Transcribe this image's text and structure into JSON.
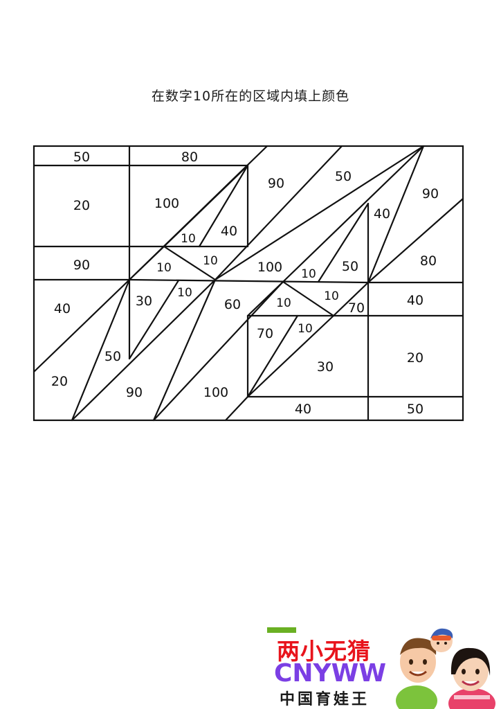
{
  "title": "在数字10所在的区域内填上颜色",
  "puzzle": {
    "regions": [
      {
        "id": "r1",
        "label": "50"
      },
      {
        "id": "r2",
        "label": "80"
      },
      {
        "id": "r3",
        "label": "20"
      },
      {
        "id": "r4",
        "label": "100"
      },
      {
        "id": "r5",
        "label": "10"
      },
      {
        "id": "r6",
        "label": "40"
      },
      {
        "id": "r7",
        "label": "90"
      },
      {
        "id": "r8",
        "label": "50"
      },
      {
        "id": "r9",
        "label": "90"
      },
      {
        "id": "r10",
        "label": "40"
      },
      {
        "id": "r11",
        "label": "90"
      },
      {
        "id": "r12",
        "label": "10"
      },
      {
        "id": "r13",
        "label": "10"
      },
      {
        "id": "r14",
        "label": "100"
      },
      {
        "id": "r15",
        "label": "10"
      },
      {
        "id": "r16",
        "label": "50"
      },
      {
        "id": "r17",
        "label": "80"
      },
      {
        "id": "r18",
        "label": "40"
      },
      {
        "id": "r19",
        "label": "30"
      },
      {
        "id": "r20",
        "label": "10"
      },
      {
        "id": "r21",
        "label": "60"
      },
      {
        "id": "r22",
        "label": "10"
      },
      {
        "id": "r23",
        "label": "10"
      },
      {
        "id": "r24",
        "label": "70"
      },
      {
        "id": "r25",
        "label": "40"
      },
      {
        "id": "r26",
        "label": "70"
      },
      {
        "id": "r27",
        "label": "10"
      },
      {
        "id": "r28",
        "label": "50"
      },
      {
        "id": "r29",
        "label": "30"
      },
      {
        "id": "r30",
        "label": "20"
      },
      {
        "id": "r31",
        "label": "20"
      },
      {
        "id": "r32",
        "label": "90"
      },
      {
        "id": "r33",
        "label": "100"
      },
      {
        "id": "r34",
        "label": "40"
      },
      {
        "id": "r35",
        "label": "50"
      }
    ]
  },
  "logo": {
    "line1": "两小无猜",
    "line2": "CNYWW",
    "line3": "中国育娃王",
    "colors": {
      "line1": "#e8141c",
      "line2": "#7b3fe4",
      "line3": "#1a1a1a",
      "bar": "#6ab023"
    },
    "icons": [
      "boy-mascot-icon",
      "girl-mascot-icon",
      "baby-mascot-icon"
    ]
  }
}
